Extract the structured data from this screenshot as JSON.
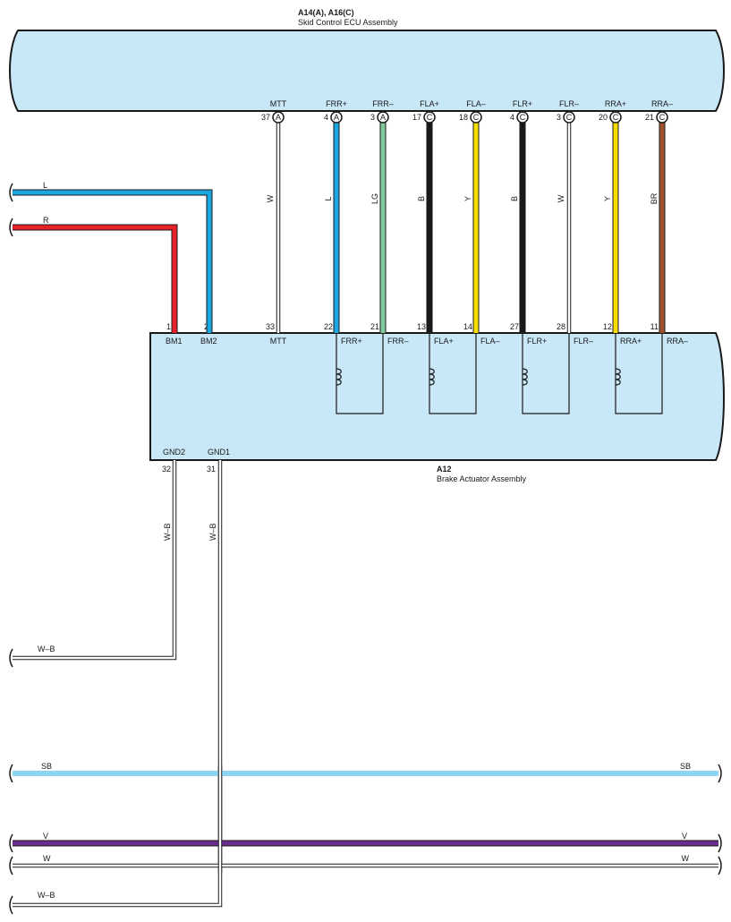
{
  "ecu": {
    "code": "A14(A), A16(C)",
    "name": "Skid Control ECU Assembly"
  },
  "actuator": {
    "code": "A12",
    "name": "Brake Actuator Assembly",
    "left_pins": [
      {
        "pin": "2",
        "label": "BM1"
      },
      {
        "pin": "1",
        "label": "BM2"
      }
    ],
    "ground_pins": [
      {
        "pin": "32",
        "label": "GND2",
        "wire": "W–B"
      },
      {
        "pin": "31",
        "label": "GND1",
        "wire": "W–B"
      }
    ],
    "coil_labels": [
      "FRR+",
      "FRR–",
      "FLA+",
      "FLA–",
      "FLR+",
      "FLR–",
      "RRA+",
      "RRA–"
    ]
  },
  "ecu_wires": [
    {
      "signal": "MTT",
      "ecu_pin": "37",
      "conn": "A",
      "color": "W",
      "hex": "#ffffff",
      "act_pin": "33",
      "act_label": "MTT"
    },
    {
      "signal": "FRR+",
      "ecu_pin": "4",
      "conn": "A",
      "color": "L",
      "hex": "#1aa7e0",
      "act_pin": "22"
    },
    {
      "signal": "FRR–",
      "ecu_pin": "3",
      "conn": "A",
      "color": "LG",
      "hex": "#7fc99a",
      "act_pin": "21"
    },
    {
      "signal": "FLA+",
      "ecu_pin": "17",
      "conn": "C",
      "color": "B",
      "hex": "#1a1a1a",
      "act_pin": "13"
    },
    {
      "signal": "FLA–",
      "ecu_pin": "18",
      "conn": "C",
      "color": "Y",
      "hex": "#f7de00",
      "act_pin": "14"
    },
    {
      "signal": "FLR+",
      "ecu_pin": "4",
      "conn": "C",
      "color": "B",
      "hex": "#1a1a1a",
      "act_pin": "27"
    },
    {
      "signal": "FLR–",
      "ecu_pin": "3",
      "conn": "C",
      "color": "W",
      "hex": "#ffffff",
      "act_pin": "28"
    },
    {
      "signal": "RRA+",
      "ecu_pin": "20",
      "conn": "C",
      "color": "Y",
      "hex": "#f7de00",
      "act_pin": "12"
    },
    {
      "signal": "RRA–",
      "ecu_pin": "21",
      "conn": "C",
      "color": "BR",
      "hex": "#a0522d",
      "act_pin": "11"
    }
  ],
  "power_wires": [
    {
      "color": "L",
      "hex": "#1aa7e0"
    },
    {
      "color": "R",
      "hex": "#e8202a"
    }
  ],
  "ground_wires": [
    {
      "color": "W–B"
    },
    {
      "color": "W–B"
    }
  ],
  "bus_wires": [
    {
      "color": "SB",
      "hex": "#8fd4f2"
    },
    {
      "color": "V",
      "hex": "#6b2c8f"
    },
    {
      "color": "W",
      "hex": "#ffffff"
    }
  ],
  "colors": {
    "box_fill": "#c8e8f8",
    "outline": "#1a1a1a"
  }
}
